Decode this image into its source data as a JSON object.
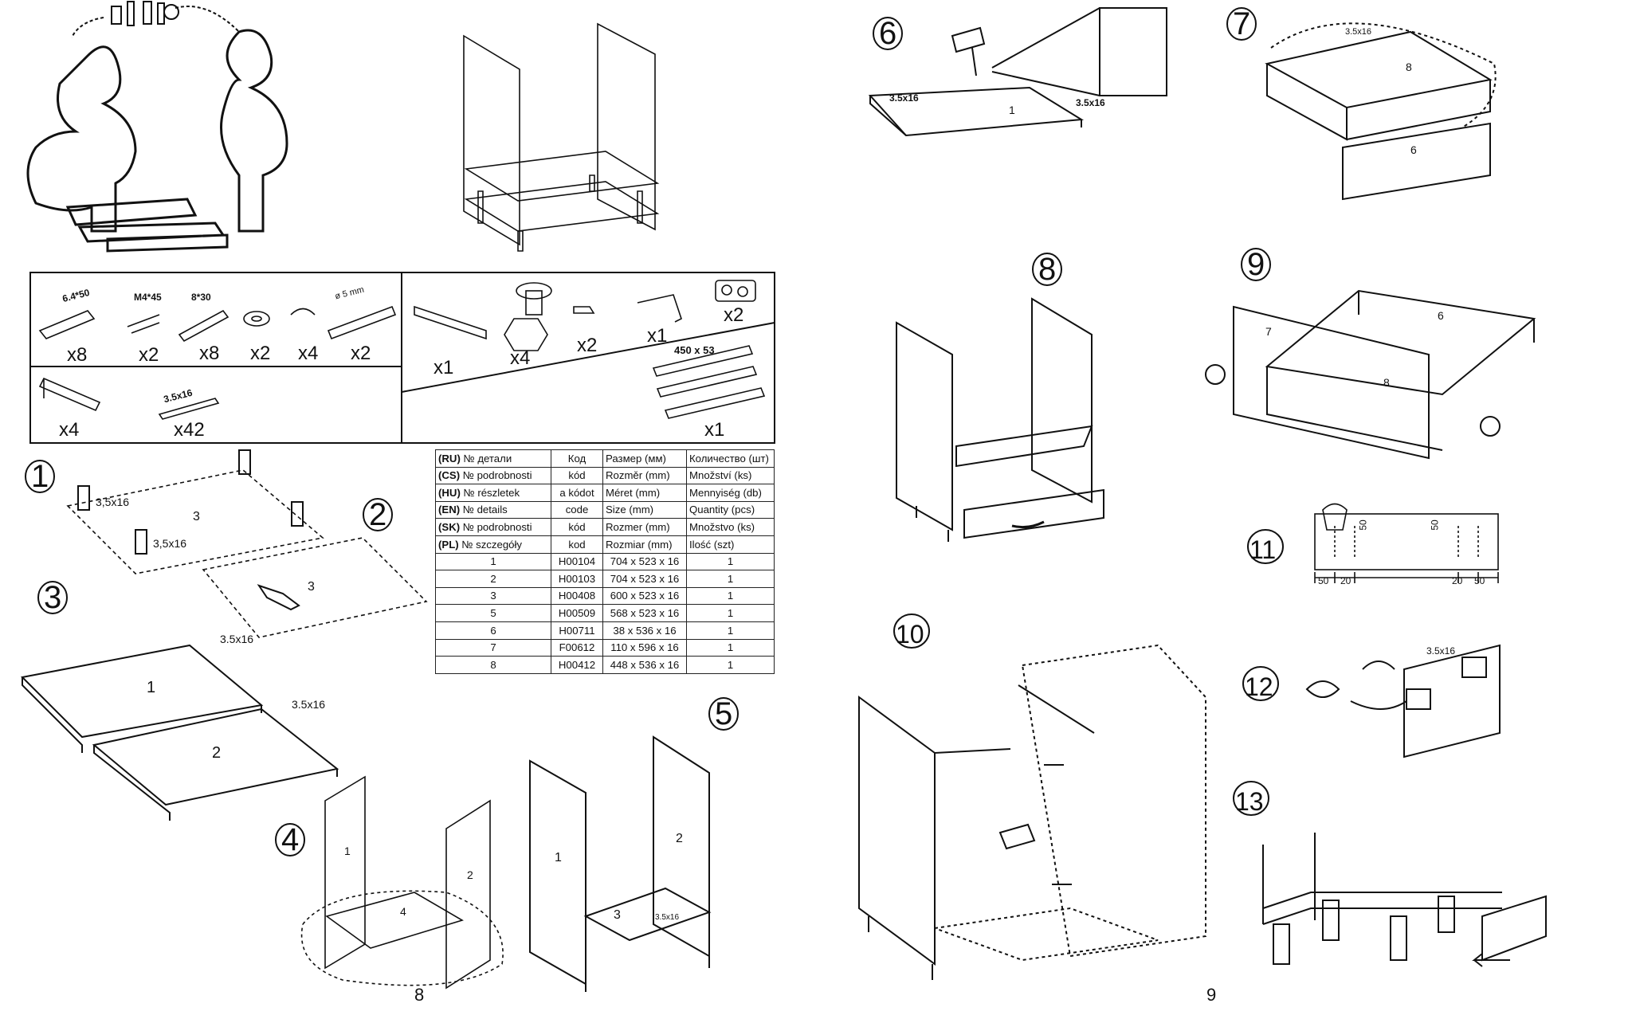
{
  "step_numbers": [
    "1",
    "2",
    "3",
    "4",
    "5",
    "6",
    "7",
    "8",
    "9",
    "10",
    "11",
    "12",
    "13"
  ],
  "page_numbers": {
    "left": "8",
    "right": "9"
  },
  "hardware": [
    {
      "size": "6.4*50",
      "qty": "x8"
    },
    {
      "size": "M4*45",
      "qty": "x2"
    },
    {
      "size": "8*30",
      "qty": "x8"
    },
    {
      "size": "",
      "qty": "x2"
    },
    {
      "size": "",
      "qty": "x4"
    },
    {
      "size": "ø 5 mm",
      "qty": "x2"
    },
    {
      "size": "",
      "qty": "x4"
    },
    {
      "size": "3.5x16",
      "qty": "x42"
    }
  ],
  "accessories": [
    {
      "qty": "x1"
    },
    {
      "qty": "x4"
    },
    {
      "qty": "x2"
    },
    {
      "qty": "x1"
    },
    {
      "qty": "x2"
    },
    {
      "size": "450 x 53",
      "qty": "x1"
    }
  ],
  "parts_table": {
    "header_rows": [
      {
        "lang": "(RU)",
        "part": "№ детали",
        "code": "Код",
        "size": "Размер  (мм)",
        "qty": "Количество (шт)"
      },
      {
        "lang": "(CS)",
        "part": "№ podrobnosti",
        "code": "kód",
        "size": "Rozměr (mm)",
        "qty": "Množství (ks)"
      },
      {
        "lang": "(HU)",
        "part": "№ részletek",
        "code": "a kódot",
        "size": "Méret (mm)",
        "qty": "Mennyiség (db)"
      },
      {
        "lang": "(EN)",
        "part": "№ details",
        "code": "code",
        "size": "Size (mm)",
        "qty": "Quantity  (pcs)"
      },
      {
        "lang": "(SK)",
        "part": "№ podrobnosti",
        "code": "kód",
        "size": "Rozmer (mm)",
        "qty": "Množstvo (ks)"
      },
      {
        "lang": "(PL)",
        "part": "№ szczegóły",
        "code": "kod",
        "size": "Rozmiar (mm)",
        "qty": "Ilość (szt)"
      }
    ],
    "rows": [
      {
        "no": "1",
        "code": "H00104",
        "size": "704 x 523 x 16",
        "qty": "1"
      },
      {
        "no": "2",
        "code": "H00103",
        "size": "704 x 523 x 16",
        "qty": "1"
      },
      {
        "no": "3",
        "code": "H00408",
        "size": "600 x 523 x 16",
        "qty": "1"
      },
      {
        "no": "5",
        "code": "H00509",
        "size": "568 x 523 x 16",
        "qty": "1"
      },
      {
        "no": "6",
        "code": "H00711",
        "size": "38 x 536 x 16",
        "qty": "1"
      },
      {
        "no": "7",
        "code": "F00612",
        "size": "110 x 596 x 16",
        "qty": "1"
      },
      {
        "no": "8",
        "code": "H00412",
        "size": "448 x 536 x 16",
        "qty": "1"
      }
    ]
  },
  "screw_callout": "3.5x16",
  "screw_callout_alt": "3,5x16",
  "panel_labels": {
    "p1": "1",
    "p2": "2",
    "p3": "3",
    "p4": "4",
    "p6": "6",
    "p7": "7",
    "p8": "8"
  },
  "dimensions": {
    "a": "50",
    "b": "20",
    "h": "50"
  }
}
